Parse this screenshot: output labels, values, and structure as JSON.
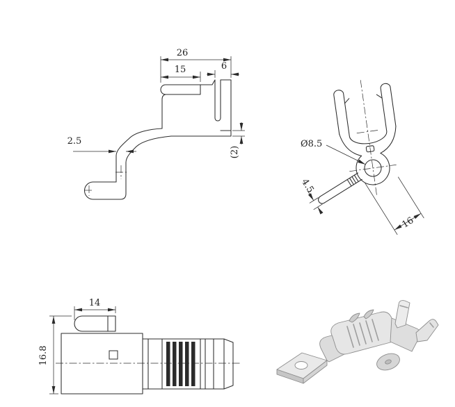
{
  "drawing": {
    "background_color": "#ffffff",
    "line_color": "#2b2b2b",
    "metal_fill": "#e6e6e6",
    "views": {
      "side_view": {
        "dims": {
          "total_width": "26",
          "tab_width": "15",
          "notch_width": "6",
          "material_thickness": "2.5",
          "edge_offset": "(2)"
        }
      },
      "fork_view": {
        "dims": {
          "hole_diameter": "Ø8.5",
          "arm_width": "4.5",
          "flag_width": "16"
        }
      },
      "profile_view": {
        "dims": {
          "tab_length": "14",
          "overall_height": "16.8"
        }
      }
    }
  }
}
